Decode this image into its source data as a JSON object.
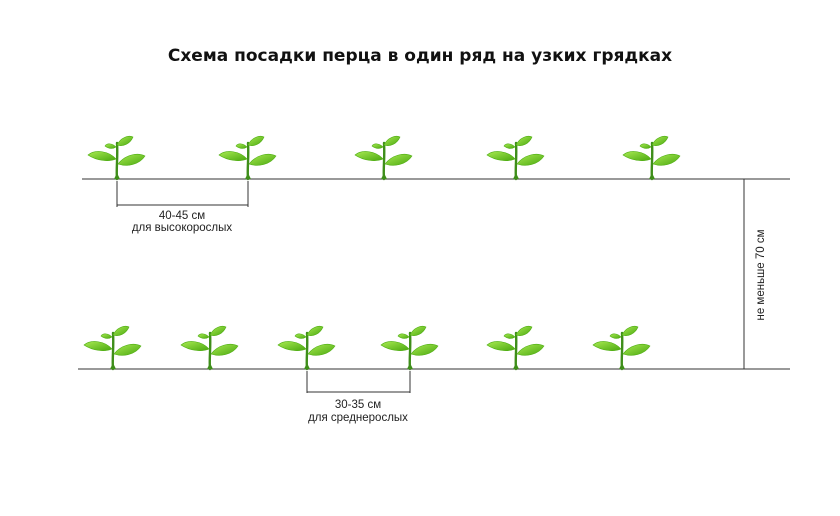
{
  "title": "Схема посадки перца в один ряд на узких грядках",
  "row_spacing": {
    "label": "не меньше 70 см"
  },
  "rows": [
    {
      "plant_count": 5,
      "spacing_label": "40-45 см",
      "spacing_note": "для высокорослых"
    },
    {
      "plant_count": 6,
      "spacing_label": "30-35  см",
      "spacing_note": "для среднерослых"
    }
  ],
  "colors": {
    "leaf_light": "#8fdc3c",
    "leaf_dark": "#4fae12",
    "stem": "#3e8e1a",
    "line": "#333333"
  },
  "icons": {
    "plant": "pepper-seedling-icon"
  }
}
